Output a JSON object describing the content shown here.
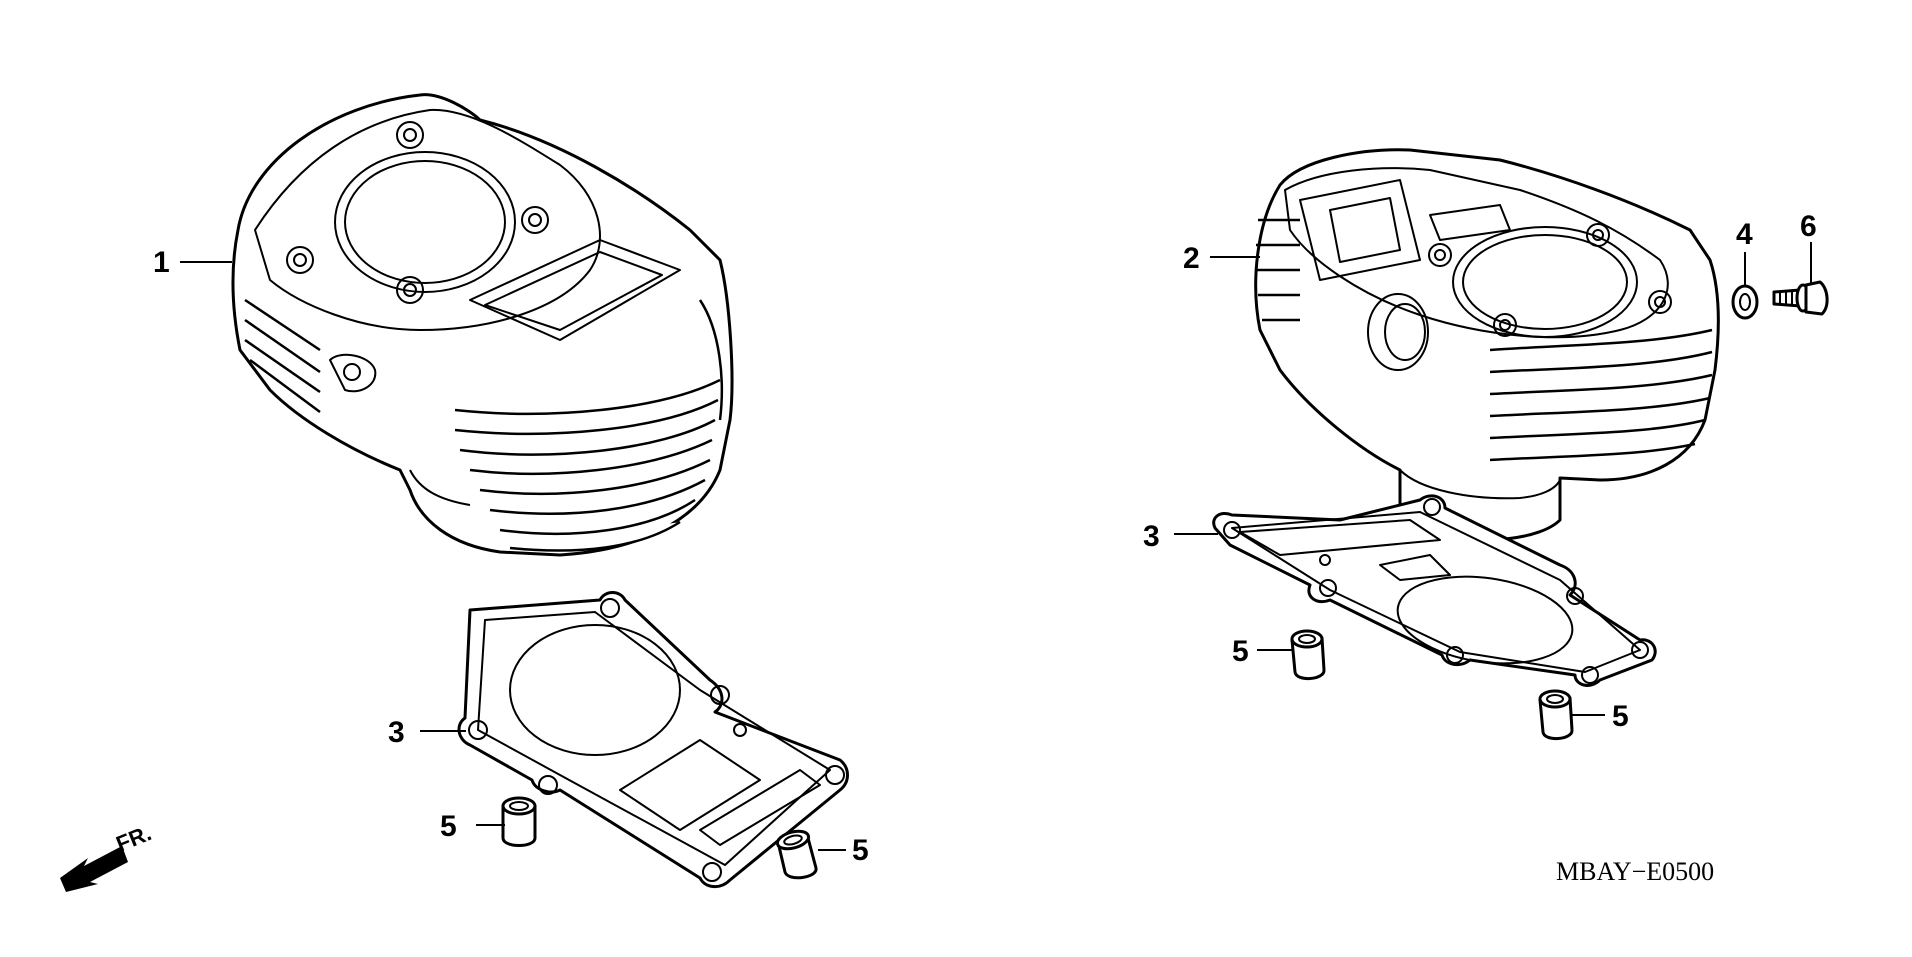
{
  "diagram": {
    "callouts": {
      "c1": "1",
      "c2": "2",
      "c3a": "3",
      "c3b": "3",
      "c4": "4",
      "c5a": "5",
      "c5b": "5",
      "c5c": "5",
      "c5d": "5",
      "c6": "6"
    },
    "front_arrow_label": "FR.",
    "diagram_code": "MBAY−E0500"
  }
}
